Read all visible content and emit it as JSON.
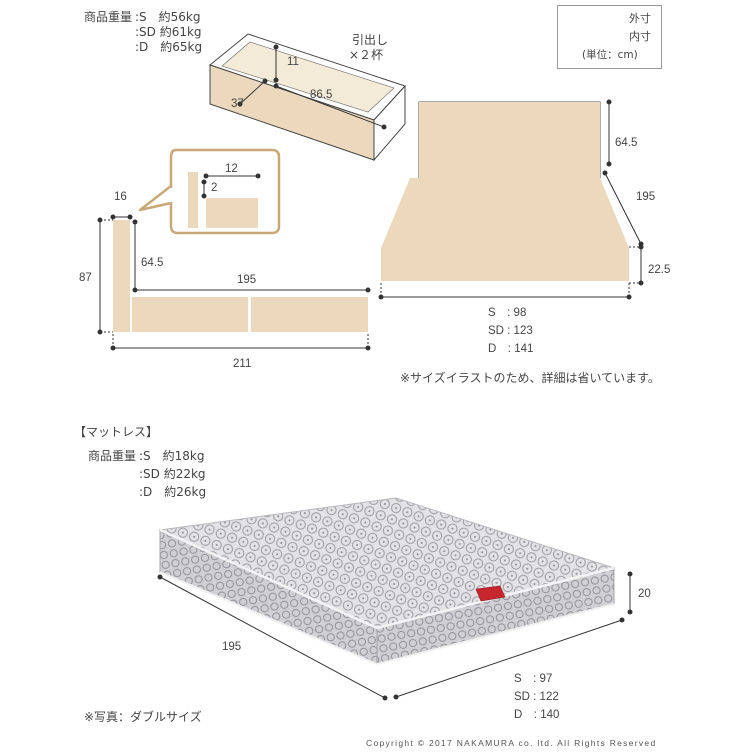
{
  "frame": {
    "weight_header": "商品重量",
    "weights": [
      ":S　約56kg",
      ":SD 約61kg",
      ":D　約65kg"
    ],
    "drawer": {
      "title": "引出し",
      "count": "×２杯",
      "height": "11",
      "depth": "37",
      "width": "86.5"
    },
    "detail": {
      "width": "12",
      "height": "2"
    },
    "side": {
      "headboard_thickness": "16",
      "total_height": "87",
      "headboard_height": "64.5",
      "length": "195",
      "total_length": "211"
    },
    "front": {
      "headboard_height": "64.5",
      "length": "195",
      "height": "22.5"
    },
    "sizes": [
      "S　: 98",
      "SD : 123",
      "D　: 141"
    ],
    "note": "※サイズイラストのため、詳細は省いています。"
  },
  "legend": {
    "outer": "外寸",
    "inner": "内寸",
    "unit": "(単位：cm)"
  },
  "mattress": {
    "title": "【マットレス】",
    "weight_header": "商品重量",
    "weights": [
      ":S　約18kg",
      ":SD 約22kg",
      ":D　約26kg"
    ],
    "length": "195",
    "height": "20",
    "sizes": [
      "S　: 97",
      "SD : 122",
      "D　: 140"
    ],
    "photo_note": "※写真：ダブルサイズ"
  },
  "copyright": "Copyright © 2017 NAKAMURA co. ltd. All Rights Reserved"
}
